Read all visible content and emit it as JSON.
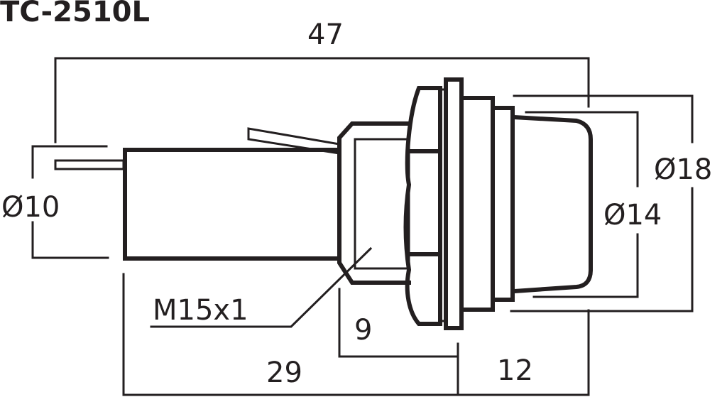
{
  "title": "TC-2510L",
  "dimensions": {
    "overall_length": "47",
    "body_diameter": "Ø10",
    "thread": "M15x1",
    "thread_length": "9",
    "body_length": "29",
    "front_length": "12",
    "cap_diameter": "Ø14",
    "flange_diameter": "Ø18"
  },
  "colors": {
    "line": "#231f20",
    "background": "#ffffff"
  }
}
